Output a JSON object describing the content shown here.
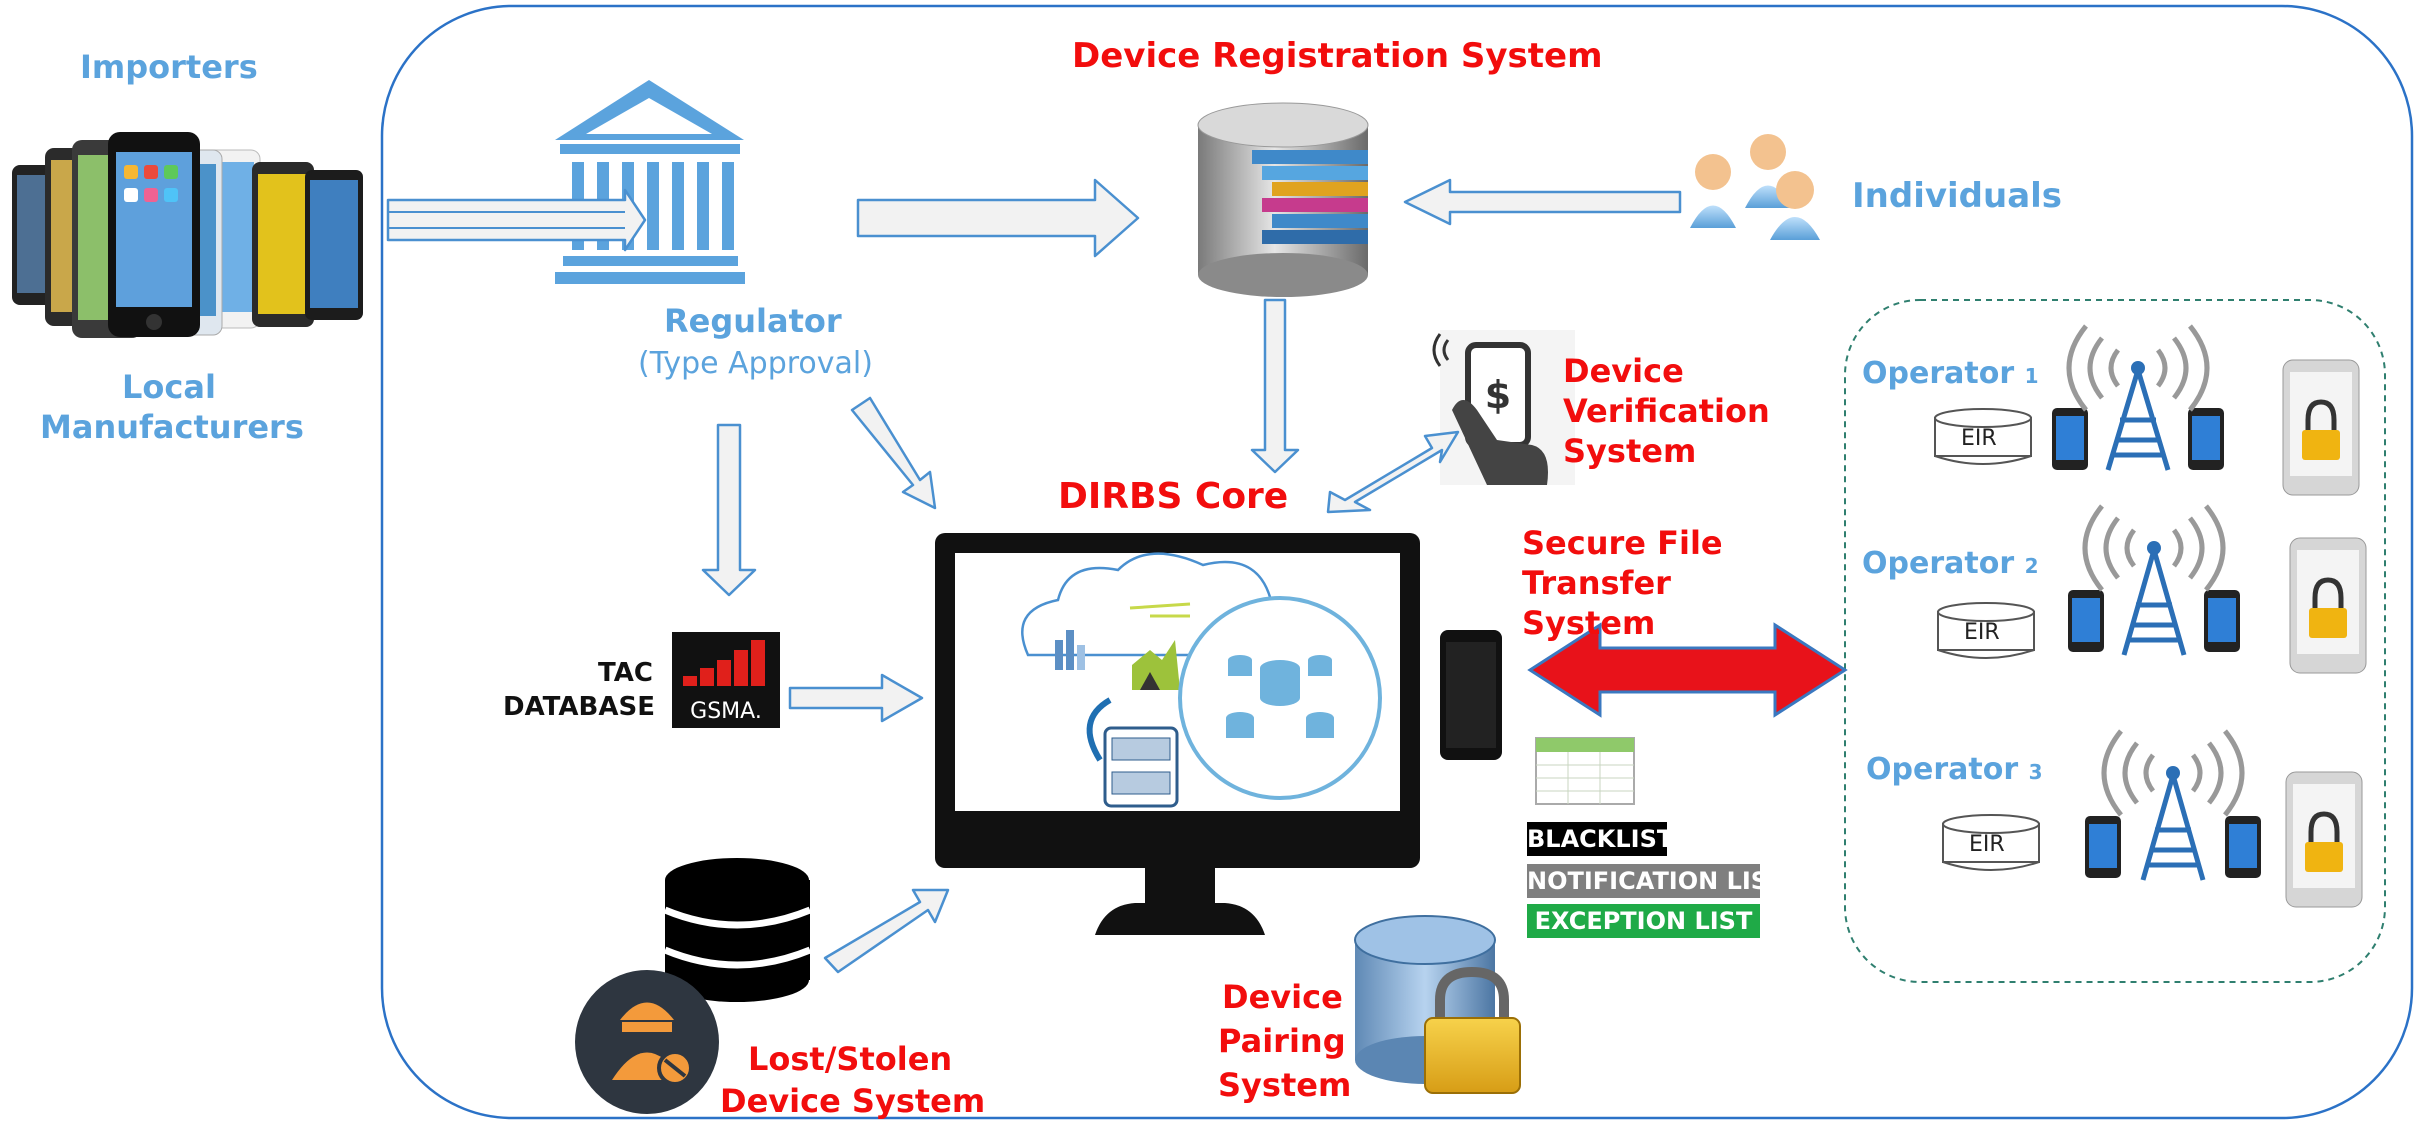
{
  "labels": {
    "importers": "Importers",
    "local": "Local",
    "manufacturers": "Manufacturers",
    "regulator": "Regulator",
    "type_approval": "(Type Approval)",
    "drs": "Device Registration System",
    "individuals": "Individuals",
    "dvs": [
      "Device",
      "Verification",
      "System"
    ],
    "dirbs_core": "DIRBS Core",
    "sfts": [
      "Secure File",
      "Transfer",
      "System"
    ],
    "tac": [
      "TAC",
      "DATABASE"
    ],
    "gsma": "GSMA.",
    "lost_stolen": [
      "Lost/Stolen",
      "Device System"
    ],
    "dps": [
      "Device",
      "Pairing",
      "System"
    ]
  },
  "operators": [
    {
      "name": "Operator",
      "num": "1",
      "eir": "EIR"
    },
    {
      "name": "Operator",
      "num": "2",
      "eir": "EIR"
    },
    {
      "name": "Operator",
      "num": "3",
      "eir": "EIR"
    }
  ],
  "lists": {
    "blacklist": "BLACKLIST",
    "notification": "NOTIFICATION LIST",
    "exception": "EXCEPTION LIST"
  },
  "colors": {
    "label_blue": "#5ba3dd",
    "label_red": "#f20d0d",
    "arrow_fill": "#f2f2f2",
    "arrow_stroke": "#4a90d0",
    "sfts_arrow": "#e8121a",
    "blacklist_bg": "#000000",
    "notification_bg": "#7f7f7f",
    "exception_bg": "#1faa47"
  }
}
